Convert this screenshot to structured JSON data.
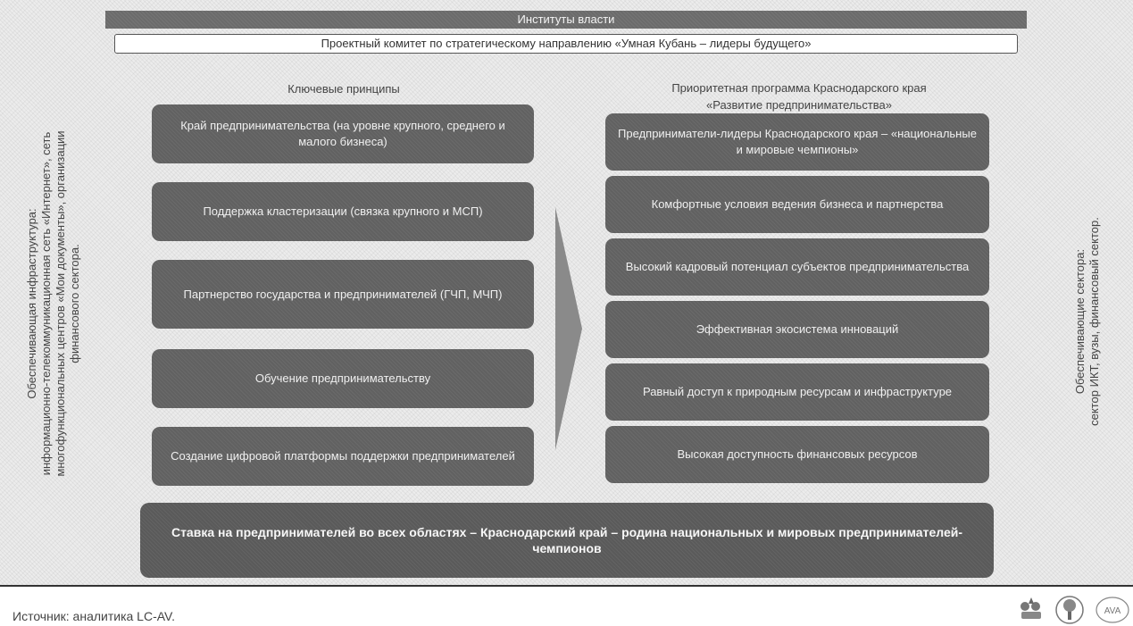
{
  "header": {
    "institutions": "Институты власти",
    "committee": "Проектный комитет по стратегическому направлению «Умная Кубань – лидеры будущего»"
  },
  "left_column": {
    "title": "Ключевые принципы",
    "items": [
      "Край предпринимательства (на уровне крупного, среднего и малого бизнеса)",
      "Поддержка кластеризации (связка крупного и МСП)",
      "Партнерство государства и предпринимателей (ГЧП, МЧП)",
      "Обучение предпринимательству",
      "Создание цифровой платформы поддержки предпринимателей"
    ]
  },
  "right_column": {
    "title_line1": "Приоритетная программа Краснодарского края",
    "title_line2": "«Развитие предпринимательства»",
    "items": [
      "Предприниматели-лидеры Краснодарского края – «национальные и мировые чемпионы»",
      "Комфортные условия ведения бизнеса и партнерства",
      "Высокий кадровый потенциал субъектов предпринимательства",
      "Эффективная экосистема инноваций",
      "Равный доступ к природным ресурсам и инфраструктуре",
      "Высокая доступность финансовых ресурсов"
    ]
  },
  "bottom": {
    "text": "Ставка на предпринимателей во всех областях – Краснодарский край – родина национальных и мировых предпринимателей-чемпионов"
  },
  "left_side": {
    "line1": "Обеспечивающая инфраструктура:",
    "line2": "информационно-телекоммуникационная сеть «Интернет», сеть",
    "line3": "многофункциональных центров «Мои документы», организации",
    "line4": "финансового сектора."
  },
  "right_side": {
    "line1": "Обеспечивающие сектора:",
    "line2": "сектор ИКТ, вузы, финансовый сектор."
  },
  "footer": {
    "source": "Источник: аналитика LC-AV.",
    "logo_text": "AVA"
  },
  "colors": {
    "box_fill": "#616161",
    "header_fill": "#6b6b6b",
    "bottom_fill": "#5a5a5a"
  }
}
